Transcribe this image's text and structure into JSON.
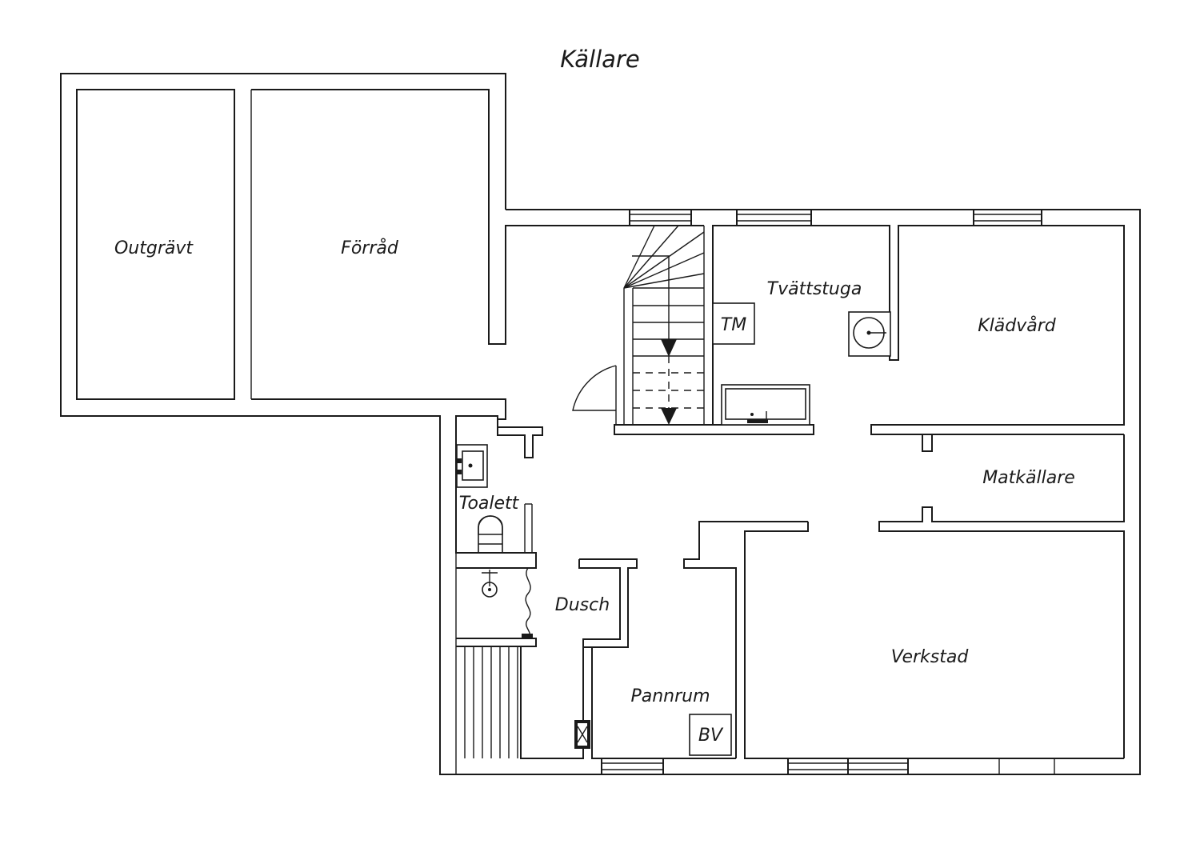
{
  "title": "Källare",
  "rooms": {
    "outgravt": "Outgrävt",
    "forrad": "Förråd",
    "tvattstuga": "Tvättstuga",
    "kladvard": "Klädvård",
    "matkallare": "Matkällare",
    "toalett": "Toalett",
    "dusch": "Dusch",
    "pannrum": "Pannrum",
    "verkstad": "Verkstad"
  },
  "fixtures": {
    "tm": "TM",
    "bv": "BV"
  },
  "colors": {
    "line": "#1a1a1a",
    "background": "#ffffff"
  }
}
